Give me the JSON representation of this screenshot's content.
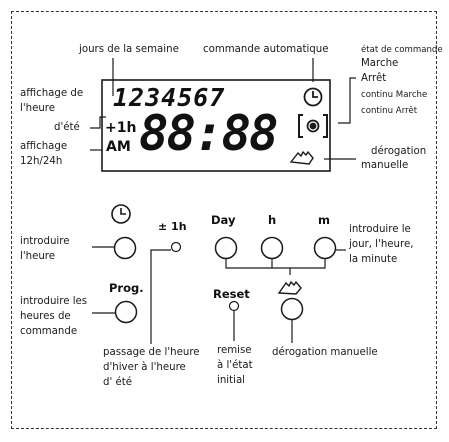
{
  "labels": {
    "jours": "jours de la semaine",
    "commande_auto": "commande automatique",
    "etat_commande": "état de commande",
    "marche": "Marche",
    "arret": "Arrêt",
    "continu_marche": "continu Marche",
    "continu_arret": "continu Arrêt",
    "affichage_ete_1": "affichage de",
    "affichage_ete_2": "l'heure",
    "affichage_ete_3": "d'été",
    "affichage_1224_1": "affichage",
    "affichage_1224_2": "12h/24h",
    "derogation_1": "dérogation",
    "derogation_2": "manuelle",
    "intro_heure_1": "introduire",
    "intro_heure_2": "l'heure",
    "intro_jour_1": "introduire le",
    "intro_jour_2": "jour, l'heure,",
    "intro_jour_3": "la minute",
    "intro_heures_cmd_1": "introduire les",
    "intro_heures_cmd_2": "heures de",
    "intro_heures_cmd_3": "commande",
    "passage_1": "passage de l'heure",
    "passage_2": "d'hiver à l'heure",
    "passage_3": "d' été",
    "remise_1": "remise",
    "remise_2": "à l'état",
    "remise_3": "initial",
    "derogation_manuelle": "dérogation manuelle"
  },
  "lcd": {
    "days": "1234567",
    "plus1h": "+1h",
    "am": "AM",
    "time": "88:88"
  },
  "controls": {
    "plus1h_button": "± 1h",
    "day": "Day",
    "h": "h",
    "m": "m",
    "prog": "Prog.",
    "reset": "Reset"
  },
  "colors": {
    "ink": "#1a1a1a",
    "background": "#ffffff"
  }
}
